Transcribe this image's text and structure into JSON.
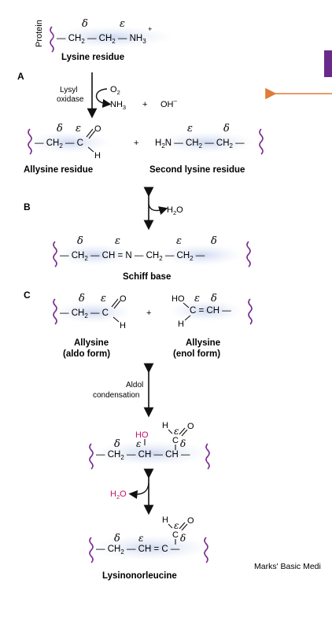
{
  "protein_label": "Protein",
  "greek": {
    "delta": "δ",
    "epsilon": "ε"
  },
  "lysine": {
    "chain_1": "— CH",
    "sub_2a": "2",
    "chain_2": " — CH",
    "sub_2b": "2",
    "chain_3": " — NH",
    "sub_3": "3",
    "plus": "+",
    "caption": "Lysine residue"
  },
  "step_a": {
    "letter": "A",
    "enzyme_line1": "Lysyl",
    "enzyme_line2": "oxidase",
    "o2": "O",
    "o2_sub": "2",
    "nh3": "NH",
    "nh3_sub": "3",
    "plus": "+",
    "oh": "OH",
    "oh_sup": "–",
    "allysine_chain": "— CH",
    "allysine_sub": "2",
    "allysine_c": " — C",
    "o": "O",
    "h": "H",
    "second_lys_chain": "H",
    "second_lys_sub1": "2",
    "second_lys_rest": "N — CH",
    "second_lys_sub2": "2",
    "second_lys_end": " — CH",
    "second_lys_sub3": "2",
    "caption_left": "Allysine residue",
    "caption_right": "Second lysine residue"
  },
  "step_b": {
    "letter": "B",
    "h2o": "H",
    "h2o_sub": "2",
    "h2o_o": "O",
    "chain": "— CH",
    "sub1": "2",
    "mid": " — CH = N — CH",
    "sub2": "2",
    "end": " — CH",
    "sub3": "2",
    "caption": "Schiff base"
  },
  "step_c": {
    "letter": "C",
    "caption_left_1": "Allysine",
    "caption_left_2": "(aldo form)",
    "caption_right_1": "Allysine",
    "caption_right_2": "(enol form)",
    "aldol_1": "Aldol",
    "aldol_2": "condensation",
    "ho": "HO",
    "c": "C",
    "ch": "CH",
    "h2o": "H",
    "h2o_sub": "2",
    "h2o_o": "O",
    "final_caption": "Lysinonorleucine"
  },
  "source_note": "Marks' Basic Medi",
  "arrow_color": "#e07b39",
  "accent_block_color": "#6a2a8c",
  "highlight_color": "#c0136b",
  "squiggle_color": "#7b2d8e"
}
